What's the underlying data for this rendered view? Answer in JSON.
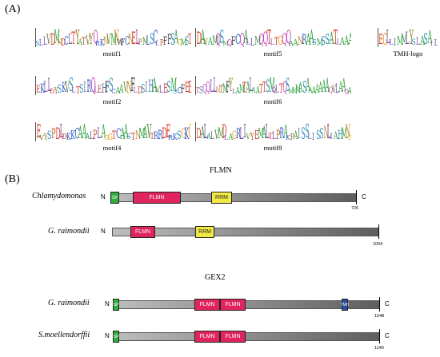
{
  "panel_a": {
    "label": "(A)",
    "logos": [
      {
        "caption": "motif1",
        "seq": "SLLVDMNDCLTYATVYQRKNVMNWFCNELPMLSCLPFFSAGMST"
      },
      {
        "caption": "motif5",
        "seq": "DAYAMQSMQFCQALLMQQTLTGQQAANRAASMSSATLAAA"
      },
      {
        "caption": "TMH-logo",
        "seq": "EGLLIMMLYSLASAIL"
      },
      {
        "caption": "motif2",
        "seq": "EKLLDYSKVSLTSIRQLEHFSCAAVNFLDSIHAVLESMSCFEE"
      },
      {
        "caption": "motif6",
        "seq": "TSQQLLNTMFYLAMTALAATTSMQLTQSMMMASAAAAAAAQVLAAQA"
      },
      {
        "caption": "motif4",
        "seq": "EVYSPDLDKKCAAALPLAGGTCAASTNMAVTRRDERKSGKG"
      },
      {
        "caption": "motif8",
        "seq": "DALALVMDLAGRLIVYEMALTLPRAKPAISSLISSNLIAHMNG"
      }
    ]
  },
  "panel_b": {
    "label": "(B)",
    "sections": [
      {
        "title": "FLMN",
        "proteins": [
          {
            "name": "Chlamydomonas",
            "n": "N",
            "c": "C",
            "length": "726",
            "domains": [
              {
                "type": "SP",
                "label": "SP"
              },
              {
                "type": "FLMN",
                "label": "FLMN"
              },
              {
                "type": "RRM",
                "label": "RRM"
              }
            ]
          },
          {
            "name": "G. raimondii",
            "n": "N",
            "c": "",
            "length": "1004",
            "domains": [
              {
                "type": "FLMN",
                "label": "FLMN"
              },
              {
                "type": "RRM",
                "label": "RRM"
              }
            ]
          }
        ]
      },
      {
        "title": "GEX2",
        "proteins": [
          {
            "name": "G. raimondii",
            "n": "N",
            "c": "C",
            "length": "1048",
            "domains": [
              {
                "type": "SP",
                "label": "SP"
              },
              {
                "type": "FLMN",
                "label": "FLMN"
              },
              {
                "type": "FLMN",
                "label": "FLMN"
              },
              {
                "type": "TMH",
                "label": "TMH"
              }
            ]
          },
          {
            "name": "S.moellendorffii",
            "n": "N",
            "c": "C",
            "length": "1140",
            "domains": [
              {
                "type": "SP",
                "label": "SP"
              },
              {
                "type": "FLMN",
                "label": "FLMN"
              },
              {
                "type": "FLMN",
                "label": "FLMN"
              }
            ]
          }
        ]
      }
    ]
  },
  "colors": {
    "FLMN": "#e0245e",
    "RRM": "#f2ea44",
    "SP": "#2fae3d",
    "TMH": "#2b4ea8"
  }
}
